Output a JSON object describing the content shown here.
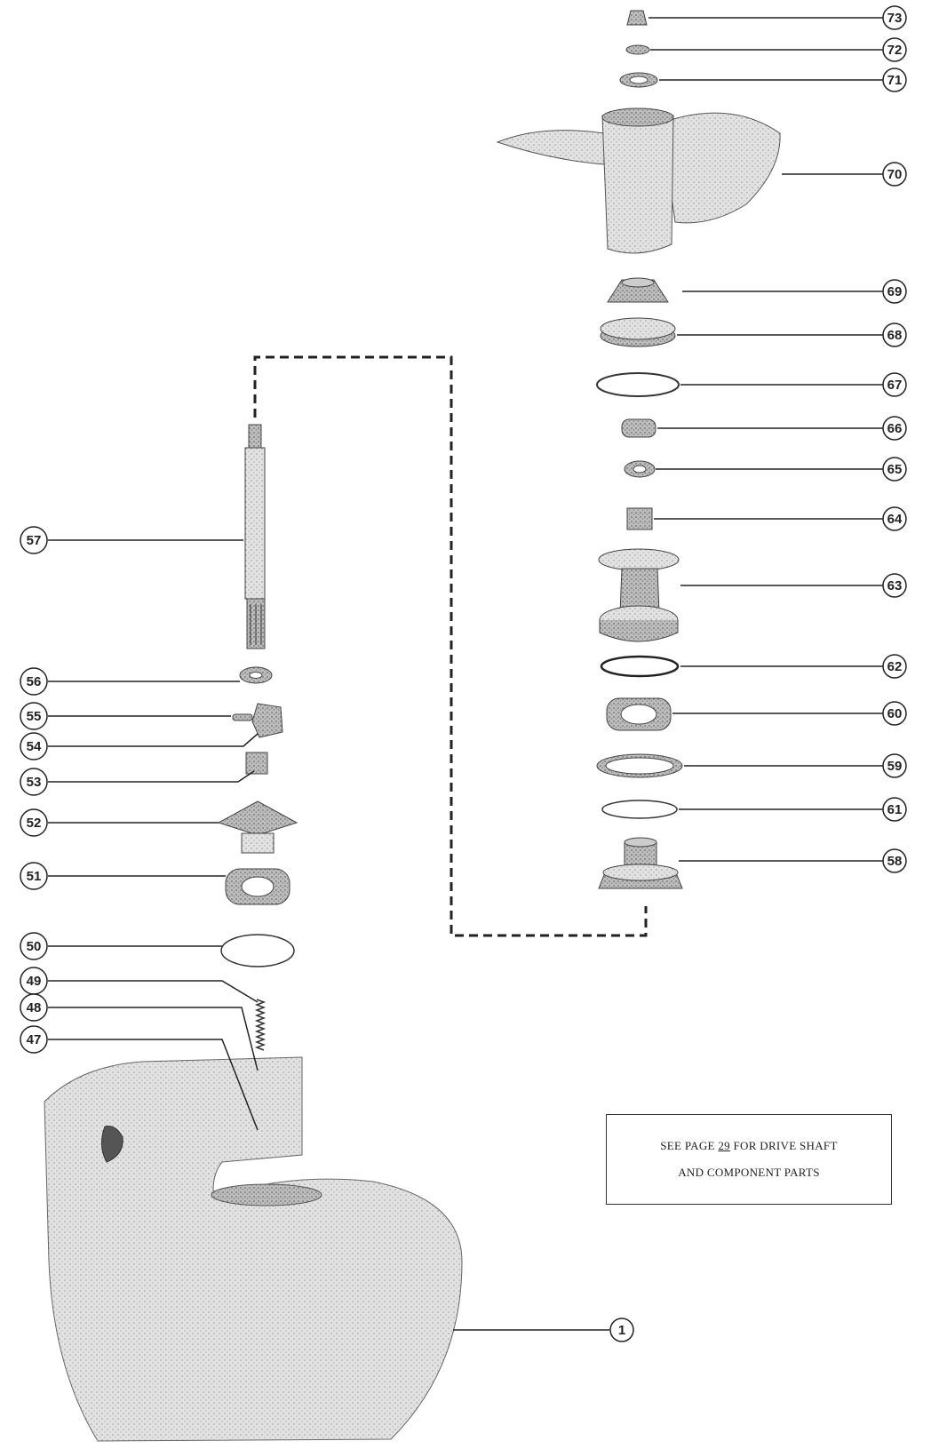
{
  "callouts": [
    {
      "id": "73"
    },
    {
      "id": "72"
    },
    {
      "id": "71"
    },
    {
      "id": "70"
    },
    {
      "id": "69"
    },
    {
      "id": "68"
    },
    {
      "id": "67"
    },
    {
      "id": "66"
    },
    {
      "id": "65"
    },
    {
      "id": "64"
    },
    {
      "id": "63"
    },
    {
      "id": "62"
    },
    {
      "id": "60"
    },
    {
      "id": "59"
    },
    {
      "id": "61"
    },
    {
      "id": "58"
    },
    {
      "id": "57"
    },
    {
      "id": "56"
    },
    {
      "id": "55"
    },
    {
      "id": "54"
    },
    {
      "id": "53"
    },
    {
      "id": "52"
    },
    {
      "id": "51"
    },
    {
      "id": "50"
    },
    {
      "id": "49"
    },
    {
      "id": "48"
    },
    {
      "id": "47"
    },
    {
      "id": "1"
    }
  ],
  "note": {
    "line1_prefix": "SEE PAGE ",
    "page_number": "29",
    "line1_suffix": " FOR DRIVE SHAFT",
    "line2": "AND COMPONENT PARTS"
  },
  "colors": {
    "ink": "#222222",
    "part_fill": "#cfcfcf",
    "part_dark": "#8a8a8a",
    "housing_fill": "#d9d9d9"
  }
}
